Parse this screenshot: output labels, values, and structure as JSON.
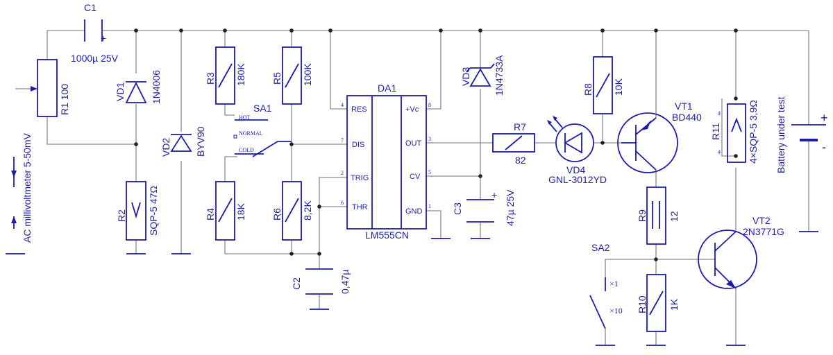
{
  "colors": {
    "wire": "#8a8a8a",
    "component": "#1c1ca8",
    "junction": "#222222"
  },
  "components": {
    "C1": {
      "ref": "C1",
      "value": "1000µ 25V",
      "polarity": "+"
    },
    "R1": {
      "ref": "R1",
      "value": "100"
    },
    "VD1": {
      "ref": "VD1",
      "value": "1N4006"
    },
    "R2": {
      "ref": "R2",
      "value": "SQP-5 47Ω"
    },
    "VD2": {
      "ref": "VD2",
      "value": "BYV90"
    },
    "R3": {
      "ref": "R3",
      "value": "180K"
    },
    "R4": {
      "ref": "R4",
      "value": "18K"
    },
    "R5": {
      "ref": "R5",
      "value": "100K"
    },
    "R6": {
      "ref": "R6",
      "value": "8,2K"
    },
    "C2": {
      "ref": "C2",
      "value": "0,47µ"
    },
    "SA1": {
      "ref": "SA1",
      "positions": [
        "HOT",
        "NORMAL",
        "COLD"
      ]
    },
    "DA1": {
      "ref": "DA1",
      "part": "LM555CN",
      "pins": [
        {
          "num": "4",
          "name": "RES"
        },
        {
          "num": "7",
          "name": "DIS"
        },
        {
          "num": "2",
          "name": "TRIG"
        },
        {
          "num": "6",
          "name": "THR"
        },
        {
          "num": "8",
          "name": "+Vc"
        },
        {
          "num": "3",
          "name": "OUT"
        },
        {
          "num": "5",
          "name": "CV"
        },
        {
          "num": "1",
          "name": "GND"
        }
      ]
    },
    "VD3": {
      "ref": "VD3",
      "value": "1N4733A"
    },
    "C3": {
      "ref": "C3",
      "value": "47µ 25V",
      "polarity": "+"
    },
    "R7": {
      "ref": "R7",
      "value": "82"
    },
    "VD4": {
      "ref": "VD4",
      "value": "GNL-3012YD"
    },
    "R8": {
      "ref": "R8",
      "value": "10K"
    },
    "VT1": {
      "ref": "VT1",
      "value": "BD440"
    },
    "R9": {
      "ref": "R9",
      "value": "12"
    },
    "SA2": {
      "ref": "SA2",
      "positions": [
        "×1",
        "×10"
      ]
    },
    "R10": {
      "ref": "R10",
      "value": "1K"
    },
    "VT2": {
      "ref": "VT2",
      "value": "2N3771G"
    },
    "R11": {
      "ref": "R11",
      "value": "4×SQP-5 3,9Ω",
      "pin_marks": [
        "4",
        "4"
      ]
    }
  },
  "labels": {
    "millivoltmeter": "AC millivoltmeter 5-50mV",
    "battery": "Battery under test",
    "battery_plus": "+",
    "battery_minus": "-"
  }
}
